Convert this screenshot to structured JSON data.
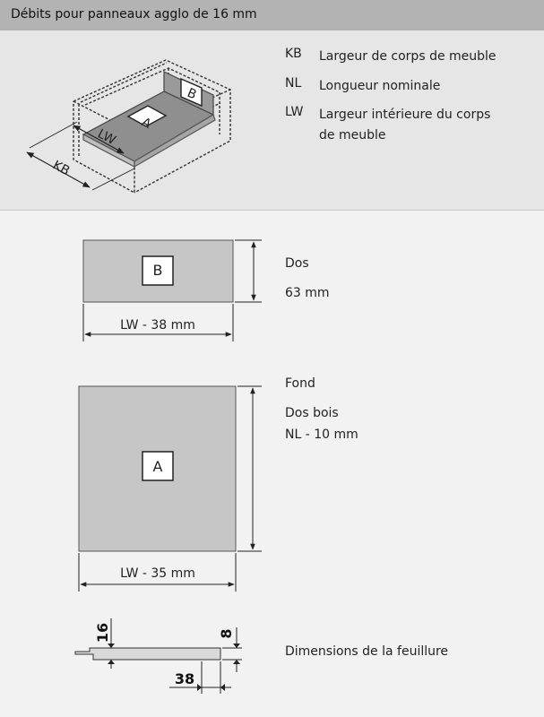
{
  "header": {
    "title": "Débits pour panneaux agglo de 16 mm"
  },
  "isometric": {
    "label_a": "A",
    "label_b": "B",
    "label_lw": "LW",
    "label_kb": "KB"
  },
  "legend": [
    {
      "code": "KB",
      "desc": "Largeur de corps de meuble"
    },
    {
      "code": "NL",
      "desc": "Longueur nominale"
    },
    {
      "code": "LW",
      "desc": "Largeur intérieure du corps de meuble"
    }
  ],
  "panel_b": {
    "label": "B",
    "width_dim": "LW - 38 mm",
    "title": "Dos",
    "height": "63 mm"
  },
  "panel_a": {
    "label": "A",
    "width_dim": "LW - 35 mm",
    "title": "Fond",
    "line1": "Dos bois",
    "line2": "NL - 10 mm"
  },
  "rebate": {
    "dim_16": "16",
    "dim_8": "8",
    "dim_38": "38",
    "caption": "Dimensions de la feuillure"
  },
  "colors": {
    "panel_fill": "#c6c6c6",
    "header_bg": "#b3b3b3",
    "top_bg": "#e6e6e6"
  }
}
